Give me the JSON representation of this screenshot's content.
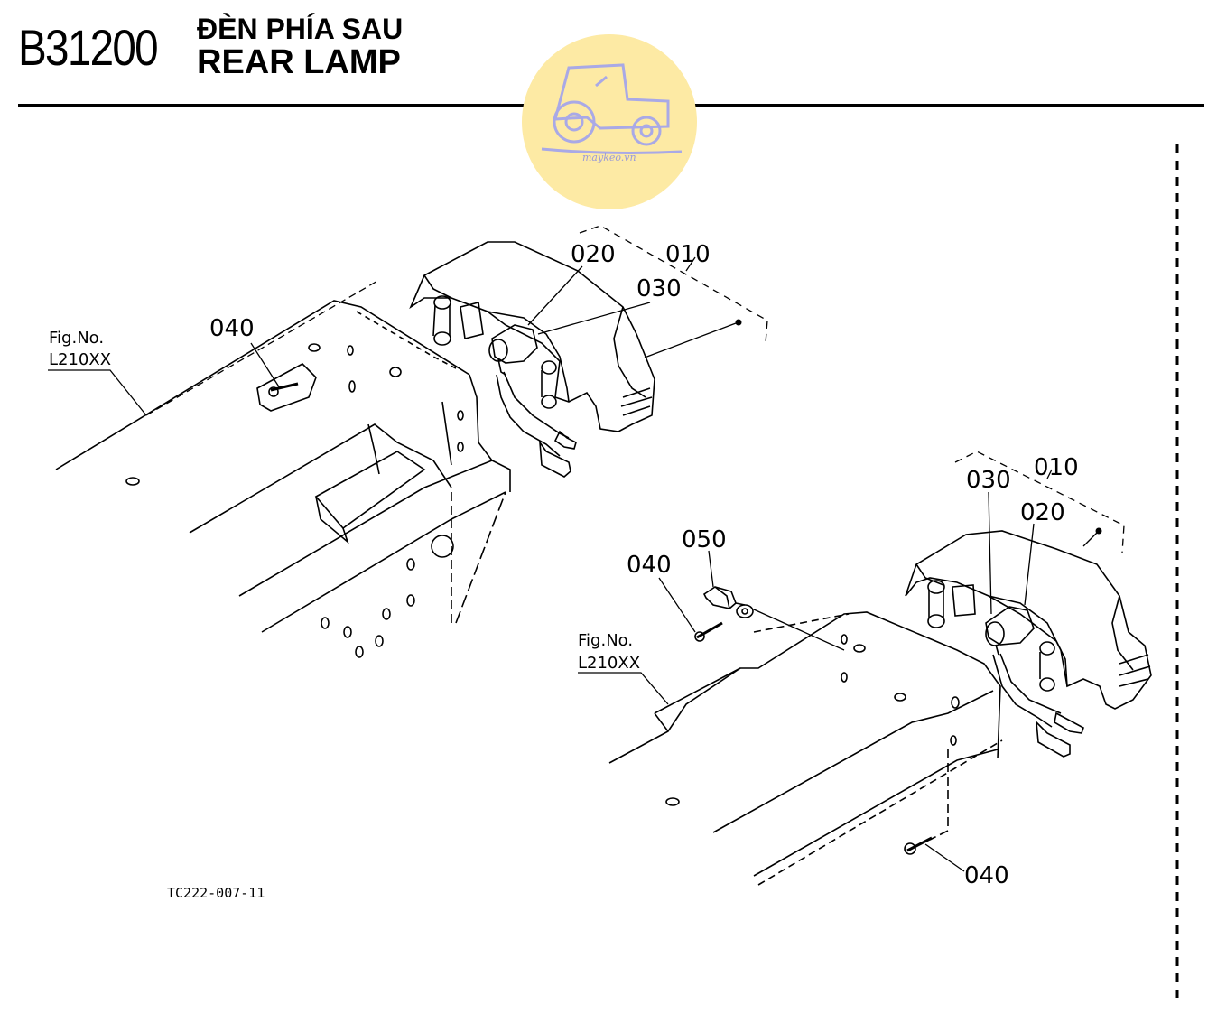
{
  "header": {
    "code": "B31200",
    "title_vi": "ĐÈN PHÍA SAU",
    "title_en": "REAR LAMP"
  },
  "watermark": {
    "text": "maykeo.vn",
    "circle_color": "#fdeaa4",
    "icon": "tractor-icon",
    "icon_color": "#a9a9e6"
  },
  "left_assembly": {
    "labels": {
      "p020": "020",
      "p010": "010",
      "p030": "030",
      "p040": "040"
    },
    "fig_ref": {
      "line1": "Fig.No.",
      "line2": "L210XX"
    }
  },
  "right_assembly": {
    "labels": {
      "p030": "030",
      "p010": "010",
      "p020": "020",
      "p050": "050",
      "p040a": "040",
      "p040b": "040"
    },
    "fig_ref": {
      "line1": "Fig.No.",
      "line2": "L210XX"
    }
  },
  "drawing_code": "TC222-007-11"
}
